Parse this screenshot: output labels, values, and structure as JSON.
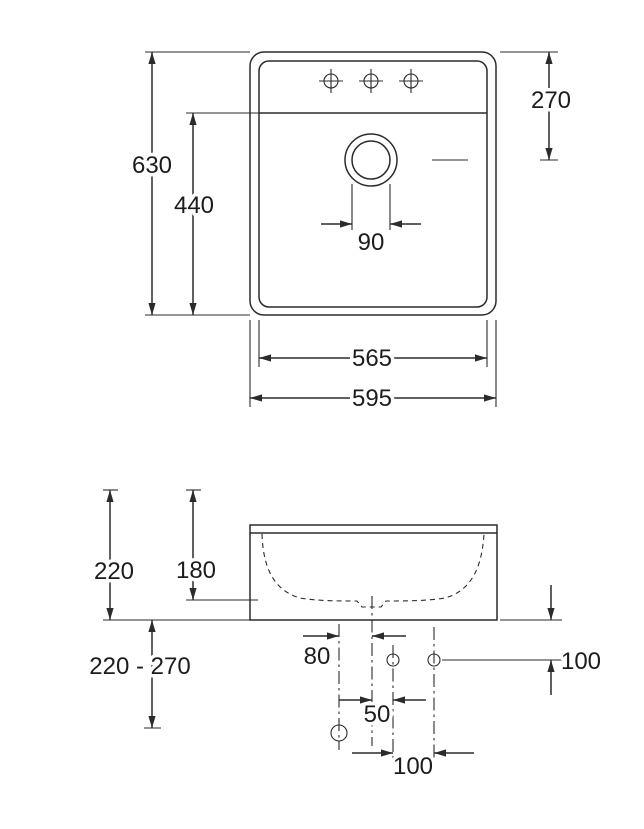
{
  "drawing": {
    "type": "technical-dimension-drawing",
    "subject": "washbasin two-view spec drawing",
    "line_color": "#2b2b2b",
    "background_color": "#ffffff",
    "top_view": {
      "overall_height": "630",
      "inner_depth": "440",
      "drain_center_from_top": "270",
      "drain_diameter": "90",
      "inner_width": "565",
      "overall_width": "595"
    },
    "front_view": {
      "height_overall": "220",
      "bowl_depth": "180",
      "install_height_range": "220 - 270",
      "waste_offset": "80",
      "hole_offset": "50",
      "hole_spacing": "100",
      "hole_height_below_rim": "100"
    }
  }
}
